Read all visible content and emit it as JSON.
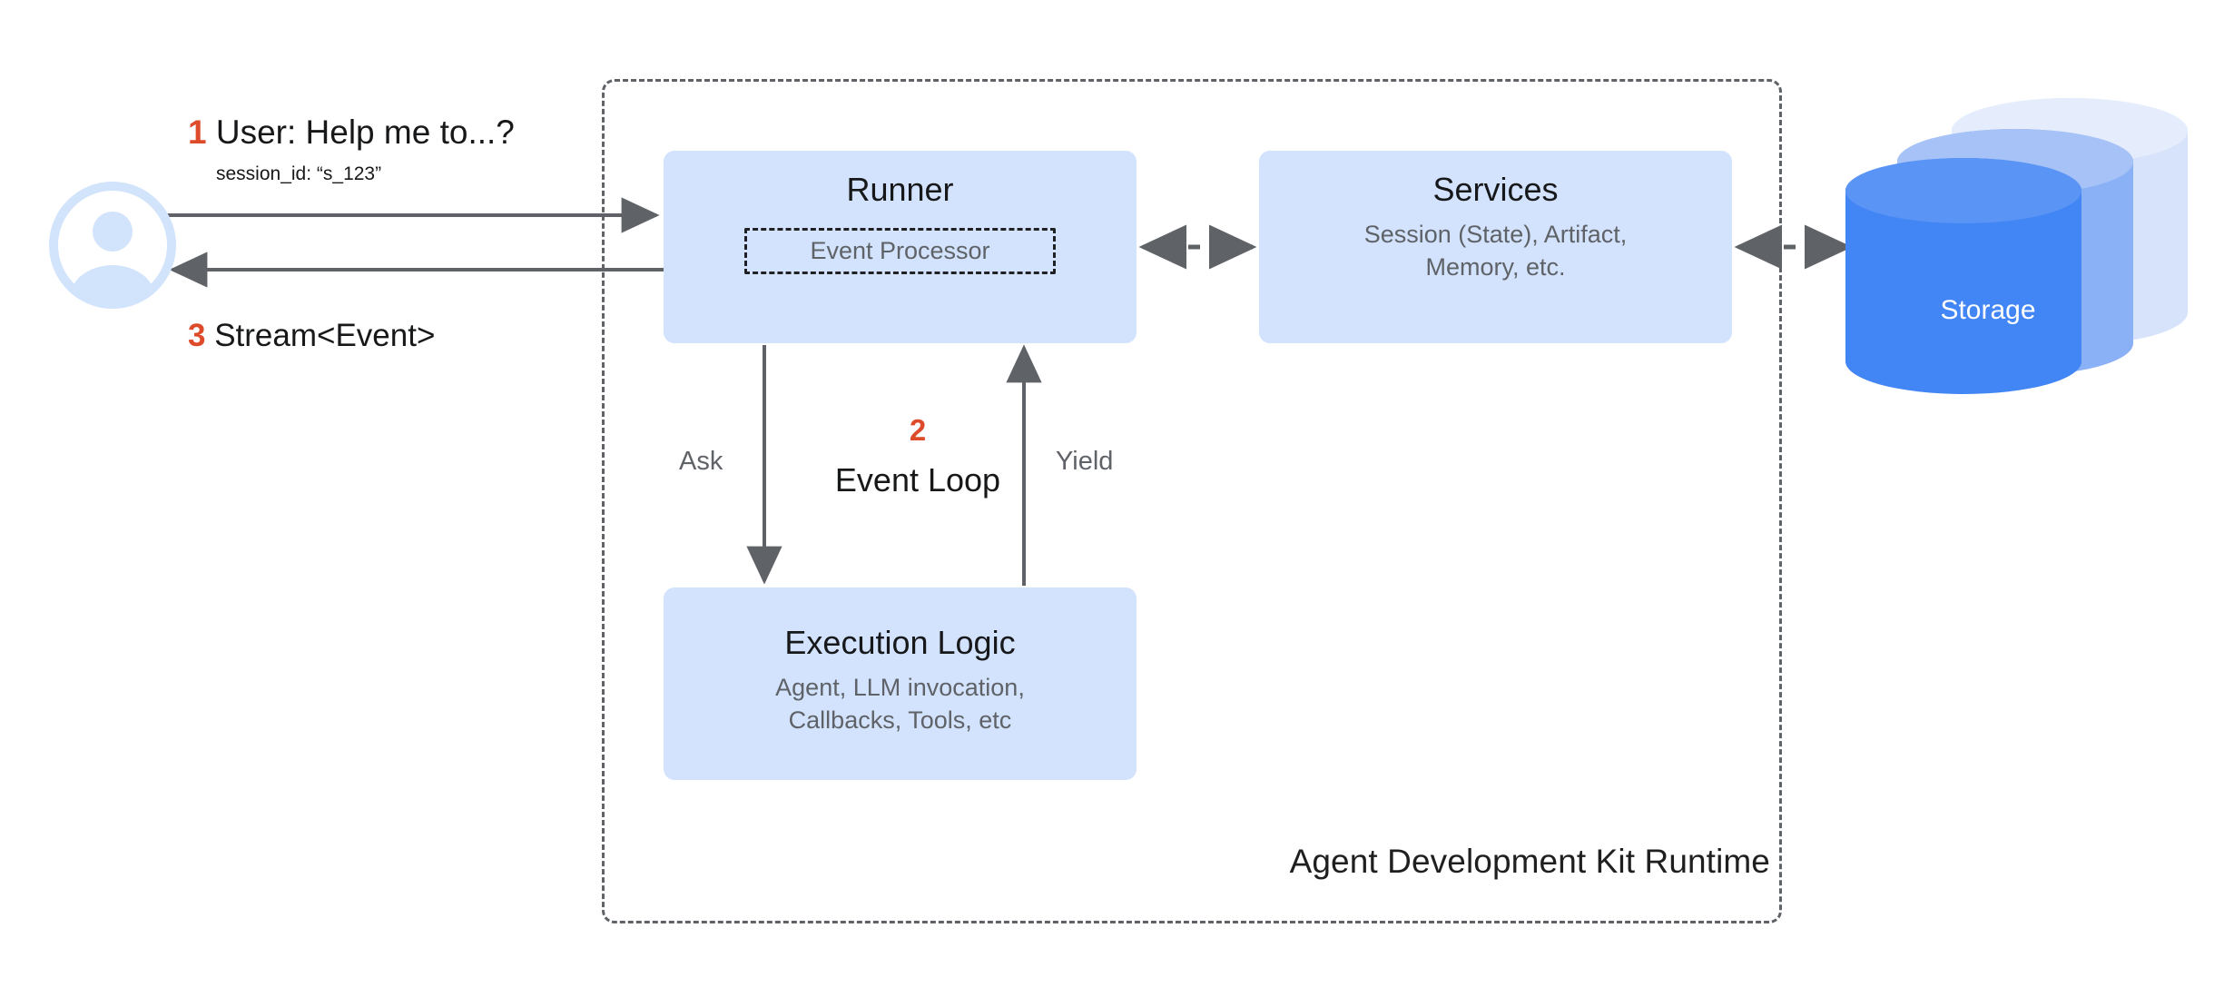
{
  "diagram": {
    "title": "Agent Development Kit Runtime",
    "runtime_label": "Agent Development Kit Runtime"
  },
  "actors": {
    "user": {
      "icon": "user-avatar-icon",
      "request_step": "1",
      "request_text": "User: Help me to...?",
      "request_detail": "session_id: “s_123”",
      "response_step": "3",
      "response_text": "Stream<Event>"
    }
  },
  "nodes": {
    "runner": {
      "title": "Runner",
      "inner": "Event Processor"
    },
    "services": {
      "title": "Services",
      "subtitle": "Session (State), Artifact,\nMemory, etc."
    },
    "execution": {
      "title": "Execution Logic",
      "subtitle": "Agent, LLM invocation,\nCallbacks, Tools, etc"
    },
    "storage": {
      "title": "Storage"
    }
  },
  "loop": {
    "step": "2",
    "label": "Event Loop",
    "ask_label": "Ask",
    "yield_label": "Yield"
  },
  "colors": {
    "node_fill": "#d3e3fd",
    "accent_number": "#dd4b2b",
    "arrow": "#5f6368",
    "storage_front": "#4285f4",
    "storage_mid": "#8ab0f5",
    "storage_back": "#d7e3fa",
    "avatar": "#d2e3fc",
    "text_primary": "#17181a",
    "text_secondary": "#5f6368"
  }
}
